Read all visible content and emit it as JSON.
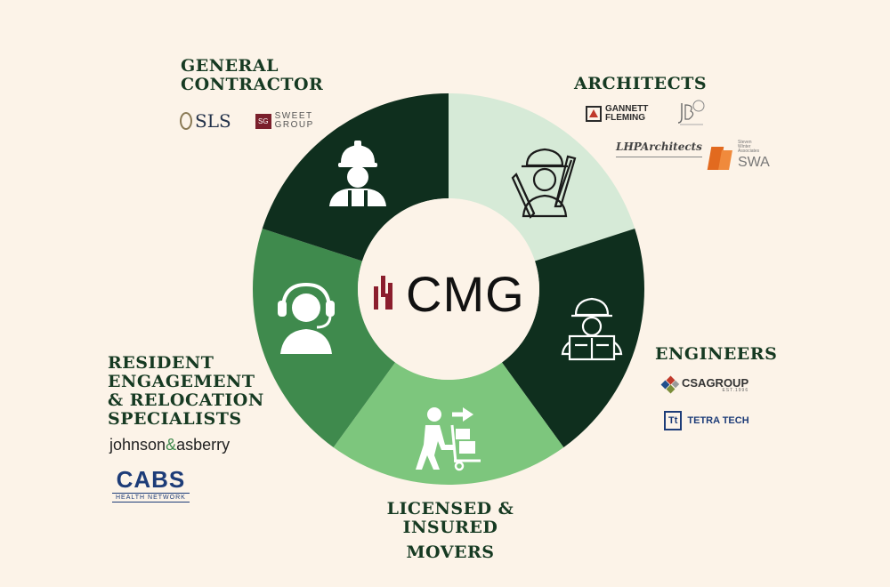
{
  "center": {
    "brand": "CMG"
  },
  "segments": [
    {
      "name": "General Contractor",
      "color": "#0f2f1e"
    },
    {
      "name": "Architects",
      "color": "#d6ead7"
    },
    {
      "name": "Engineers",
      "color": "#0f2f1e"
    },
    {
      "name": "Licensed & Insured Movers",
      "color": "#7dc67d"
    },
    {
      "name": "Resident Engagement & Relocation Specialists",
      "color": "#3f8a4d"
    }
  ],
  "labels": {
    "general_contractor": [
      "GENERAL",
      "CONTRACTOR"
    ],
    "architects": "ARCHITECTS",
    "engineers": "ENGINEERS",
    "movers": [
      "LICENSED & INSURED",
      "MOVERS"
    ],
    "resident": [
      "RESIDENT",
      "ENGAGEMENT",
      "& RELOCATION",
      "SPECIALISTS"
    ]
  },
  "logos": {
    "sls": "SLS",
    "sweet_group": [
      "SWEET",
      "GROUP"
    ],
    "sweet_badge": "SG",
    "gannett_fleming": [
      "GANNETT",
      "FLEMING"
    ],
    "lhp": "LHPArchitects",
    "swa": "SWA",
    "swa_small": [
      "Steven",
      "Winter",
      "Associates"
    ],
    "csa_group": "CSAGROUP",
    "csa_est": "EST.1996",
    "tetra_tech": "TETRA TECH",
    "tetra_badge": "Tt",
    "johnson_asberry": [
      "johnson",
      "&",
      "asberry"
    ],
    "cabs": "CABS",
    "cabs_sub": "HEALTH NETWORK"
  },
  "colors": {
    "background": "#fcf3e8",
    "heading": "#163a22",
    "dark_green": "#0f2f1e",
    "pale_green": "#d6ead7",
    "mid_green": "#3f8a4d",
    "light_green": "#7dc67d",
    "cmg_red": "#8b1e2d"
  }
}
